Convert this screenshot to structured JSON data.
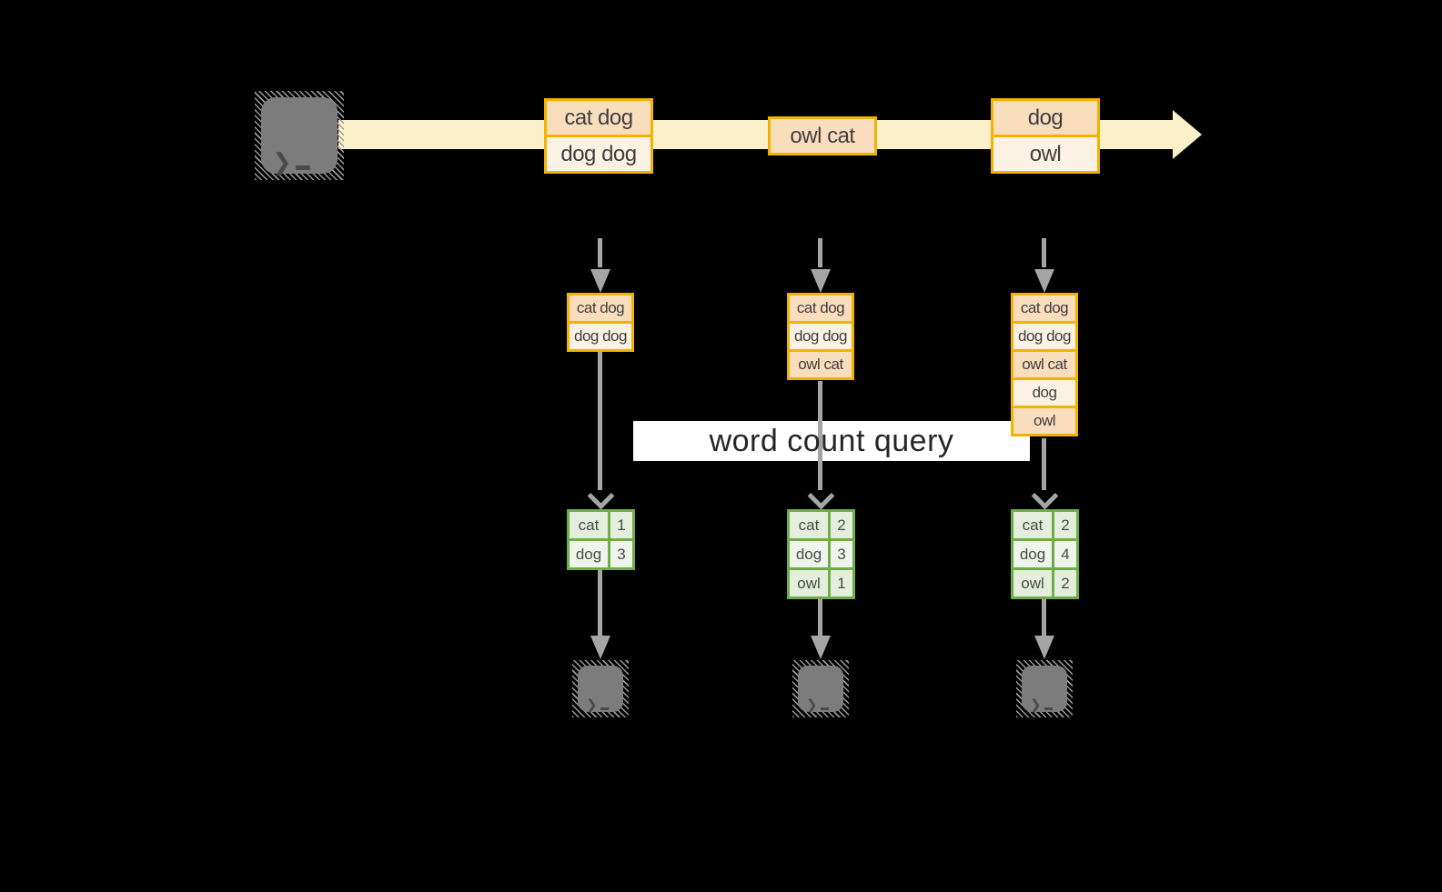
{
  "title": "streaming word count diagram",
  "query_label": "word count query",
  "colors": {
    "background": "#000000",
    "gold_border": "#F2B200",
    "peach_fill": "#FADDBD",
    "cream_fill": "#FCF2E3",
    "stream_band": "#FAF0C9",
    "green_border": "#6FAD47",
    "green_fill": "#E4EEDC",
    "green_fill_light": "#F0F5EB",
    "arrow_gray": "#A5A5A5",
    "terminal_gray": "#7C7C7C"
  },
  "icons": {
    "terminal_glyph": "❯"
  },
  "stream": {
    "batches": [
      {
        "lines": [
          "cat dog",
          "dog dog"
        ]
      },
      {
        "lines": [
          "owl cat"
        ]
      },
      {
        "lines": [
          "dog",
          "owl"
        ]
      }
    ]
  },
  "columns": [
    {
      "input": [
        "cat dog",
        "dog dog"
      ],
      "counts": [
        {
          "word": "cat",
          "count": "1"
        },
        {
          "word": "dog",
          "count": "3"
        }
      ]
    },
    {
      "input": [
        "cat dog",
        "dog dog",
        "owl cat"
      ],
      "counts": [
        {
          "word": "cat",
          "count": "2"
        },
        {
          "word": "dog",
          "count": "3"
        },
        {
          "word": "owl",
          "count": "1"
        }
      ]
    },
    {
      "input": [
        "cat dog",
        "dog dog",
        "owl cat",
        "dog",
        "owl"
      ],
      "counts": [
        {
          "word": "cat",
          "count": "2"
        },
        {
          "word": "dog",
          "count": "4"
        },
        {
          "word": "owl",
          "count": "2"
        }
      ]
    }
  ]
}
